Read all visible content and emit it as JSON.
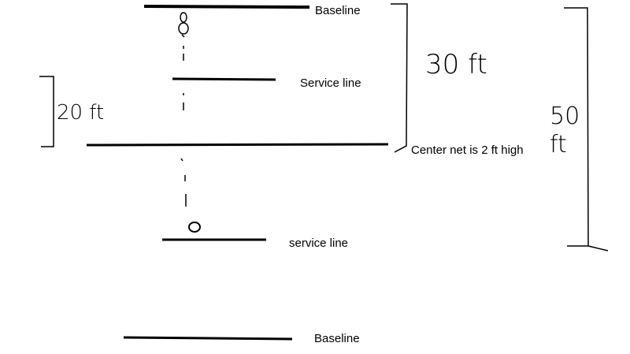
{
  "labels": {
    "baseline_top": "Baseline",
    "service_line_top": "Service line",
    "center_net": "Center net is 2 ft high",
    "service_line_bottom": "service line",
    "baseline_bottom": "Baseline"
  },
  "annotations": {
    "left_bracket": "20 ft",
    "middle_bracket": "30 ft",
    "right_bracket": "50 ft"
  },
  "colors": {
    "ink": "#000000",
    "background": "#ffffff"
  }
}
